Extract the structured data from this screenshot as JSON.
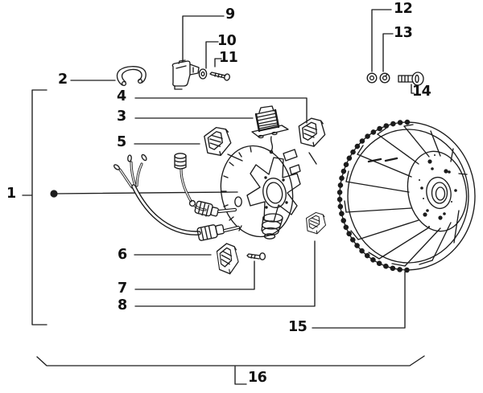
{
  "colors": {
    "bg": "#ffffff",
    "line": "#1c1c1c",
    "label": "#111111"
  },
  "callouts": [
    "1",
    "2",
    "3",
    "4",
    "5",
    "6",
    "7",
    "8",
    "9",
    "10",
    "11",
    "12",
    "13",
    "14",
    "15",
    "16"
  ]
}
